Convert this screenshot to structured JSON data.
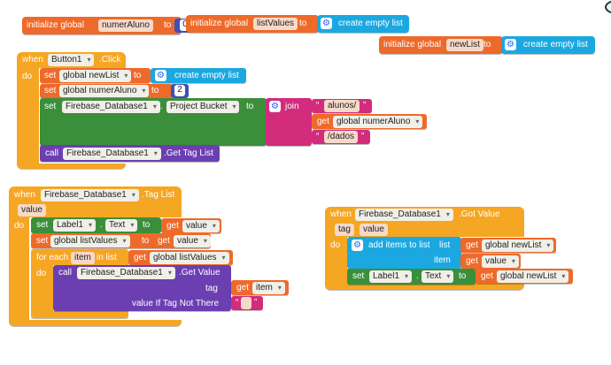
{
  "global1": {
    "init": "initialize global",
    "name": "numerAluno",
    "to": "to",
    "value": "0"
  },
  "global2": {
    "init": "initialize global",
    "name": "listValues",
    "to": "to",
    "create": "create empty list"
  },
  "global3": {
    "init": "initialize global",
    "name": "newList",
    "to": "to",
    "create": "create empty list"
  },
  "event1": {
    "when": "when",
    "component": "Button1",
    "event": ".Click",
    "do": "do",
    "set1": {
      "set": "set",
      "var": "global newList",
      "to": "to",
      "create": "create empty list"
    },
    "set2": {
      "set": "set",
      "var": "global numerAluno",
      "to": "to",
      "value": "2"
    },
    "set3": {
      "set": "set",
      "component": "Firebase_Database1",
      "dot": ".",
      "prop": "Project Bucket",
      "to": "to",
      "join": "join",
      "text1": "alunos/",
      "get": "get",
      "getvar": "global numerAluno",
      "text2": "/dados"
    },
    "call": {
      "call": "call",
      "component": "Firebase_Database1",
      "method": ".Get Tag List"
    }
  },
  "event2": {
    "when": "when",
    "component": "Firebase_Database1",
    "event": ".Tag List",
    "param": "value",
    "do": "do",
    "set1": {
      "set": "set",
      "component": "Label1",
      "dot": ".",
      "prop": "Text",
      "to": "to",
      "get": "get",
      "getvar": "value"
    },
    "set2": {
      "set": "set",
      "var": "global listValues",
      "to": "to",
      "get": "get",
      "getvar": "value"
    },
    "foreach": {
      "label": "for each",
      "item": "item",
      "inlist": "in list",
      "get": "get",
      "getvar": "global listValues",
      "do": "do"
    },
    "call": {
      "call": "call",
      "component": "Firebase_Database1",
      "method": ".Get Value",
      "tag": "tag",
      "get": "get",
      "getvar": "item",
      "vintnt": "value If Tag Not There",
      "text": ""
    }
  },
  "event3": {
    "when": "when",
    "component": "Firebase_Database1",
    "event": ".Got Value",
    "param1": "tag",
    "param2": "value",
    "do": "do",
    "add": {
      "label": "add items to list",
      "list": "list",
      "get": "get",
      "getvar": "global newList",
      "item": "item",
      "get2": "get",
      "getvar2": "value"
    },
    "set": {
      "set": "set",
      "component": "Label1",
      "dot": ".",
      "prop": "Text",
      "to": "to",
      "get": "get",
      "getvar": "global newList"
    }
  },
  "icons": {
    "mutator": "gear-icon",
    "dropdown": "chevron-down-icon"
  },
  "colors": {
    "variable": "#ee6a2a",
    "list": "#1ba8e1",
    "component_set": "#3b8f3b",
    "component_call": "#6b3fb1",
    "text": "#d32c7c",
    "event": "#f5a623",
    "math": "#3f51b5"
  }
}
